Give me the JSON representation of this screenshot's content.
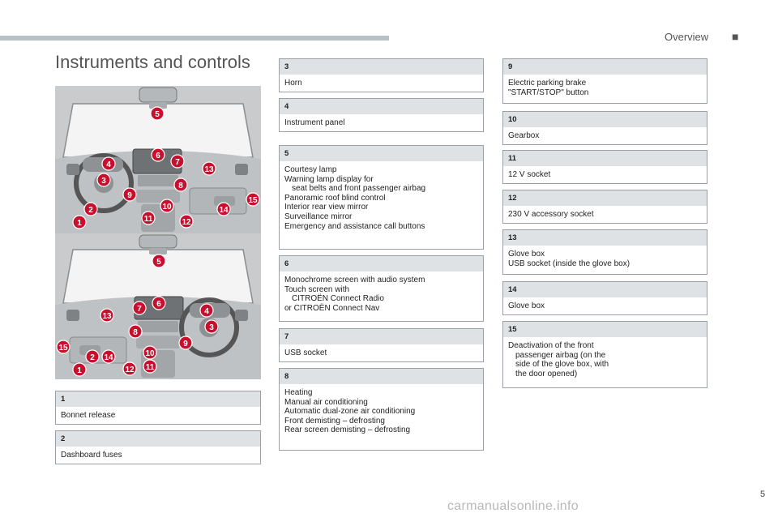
{
  "header": {
    "section": "Overview",
    "mark": "■"
  },
  "title": "Instruments and controls",
  "callouts": {
    "c1": {
      "num": "1",
      "lines": [
        "Bonnet release"
      ]
    },
    "c2": {
      "num": "2",
      "lines": [
        "Dashboard fuses"
      ]
    },
    "c3": {
      "num": "3",
      "lines": [
        "Horn"
      ]
    },
    "c4": {
      "num": "4",
      "lines": [
        "Instrument panel"
      ]
    },
    "c5": {
      "num": "5",
      "lines": [
        "Courtesy lamp",
        "Warning lamp display for",
        "seat belts and front passenger airbag",
        "Panoramic roof blind control",
        "Interior rear view mirror",
        "Surveillance mirror",
        "Emergency and assistance call buttons"
      ]
    },
    "c6": {
      "num": "6",
      "lines": [
        "Monochrome screen with audio system",
        "Touch screen with",
        "CITROËN Connect Radio",
        "or CITROËN Connect Nav"
      ]
    },
    "c7": {
      "num": "7",
      "lines": [
        "USB socket"
      ]
    },
    "c8": {
      "num": "8",
      "lines": [
        "Heating",
        "Manual air conditioning",
        "Automatic dual-zone air conditioning",
        "Front demisting – defrosting",
        "Rear screen demisting – defrosting"
      ]
    },
    "c9": {
      "num": "9",
      "lines": [
        "Electric parking brake",
        "\"START/STOP\" button"
      ]
    },
    "c10": {
      "num": "10",
      "lines": [
        "Gearbox"
      ]
    },
    "c11": {
      "num": "11",
      "lines": [
        "12 V socket"
      ]
    },
    "c12": {
      "num": "12",
      "lines": [
        "230 V accessory socket"
      ]
    },
    "c13": {
      "num": "13",
      "lines": [
        "Glove box",
        "USB socket (inside the glove box)"
      ]
    },
    "c14": {
      "num": "14",
      "lines": [
        "Glove box"
      ]
    },
    "c15": {
      "num": "15",
      "lines": [
        "Deactivation of the front",
        "passenger airbag (on the",
        "side of the glove box, with",
        "the door opened)"
      ]
    }
  },
  "illustration": {
    "badge_color": "#c8102e",
    "lhd_badges": [
      "5",
      "6",
      "7",
      "13",
      "4",
      "3",
      "8",
      "9",
      "10",
      "15",
      "2",
      "14",
      "1",
      "11",
      "12"
    ],
    "rhd_badges": [
      "5",
      "6",
      "7",
      "13",
      "4",
      "3",
      "8",
      "9",
      "15",
      "2",
      "14",
      "10",
      "1",
      "12",
      "11"
    ]
  },
  "footer": {
    "page": "5",
    "watermark": "carmanualsonline.info"
  },
  "colors": {
    "header_bar": "#b7c0c8",
    "box_header": "#dfe2e4",
    "box_border": "#9aa0a5"
  }
}
